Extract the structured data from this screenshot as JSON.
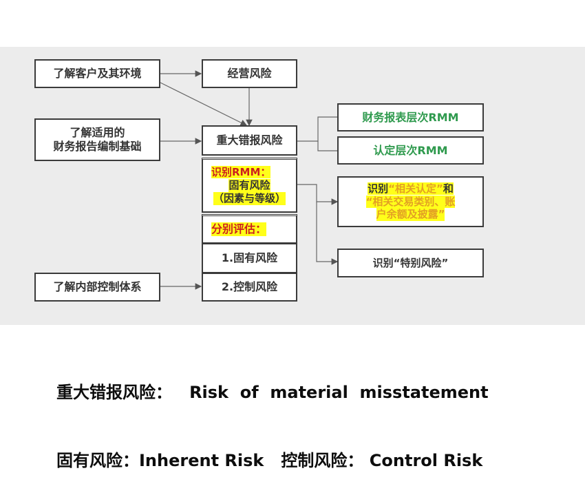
{
  "diagram": {
    "understand_client": "了解客户及其环境",
    "business_risk": "经营风险",
    "understand_framework": [
      "了解适用的",
      "财务报告编制基础"
    ],
    "rmm": "重大错报风险",
    "identify_rmm": "识别RMM：",
    "inherent_risk_label": "固有风险",
    "factors_levels": "（因素与等级）",
    "assess_separately": "分别评估：",
    "item_inherent": "1.固有风险",
    "item_control": "2.控制风险",
    "understand_ic": "了解内部控制体系",
    "fs_level_rmm": "财务报表层次RMM",
    "assertion_level_rmm": "认定层次RMM",
    "identify_relevant": {
      "line1_a": "识别",
      "line1_b": "“相关认定”",
      "line1_c": "和",
      "line2": "“相关交易类别、账",
      "line3": "户余额及披露”"
    },
    "identify_significant": "识别“特别风险”"
  },
  "caption": {
    "line1": "重大错报风险：   Risk  of  material  misstatement",
    "line2": "固有风险：Inherent Risk   控制风险： Control Risk"
  },
  "colors": {
    "border": "#3a3a3a",
    "green_text": "#2f9a4e",
    "highlight": "#ffff1a",
    "red_text": "#cc1f1f",
    "orange_text": "#e3a024",
    "panel_bg": "#ececec"
  }
}
